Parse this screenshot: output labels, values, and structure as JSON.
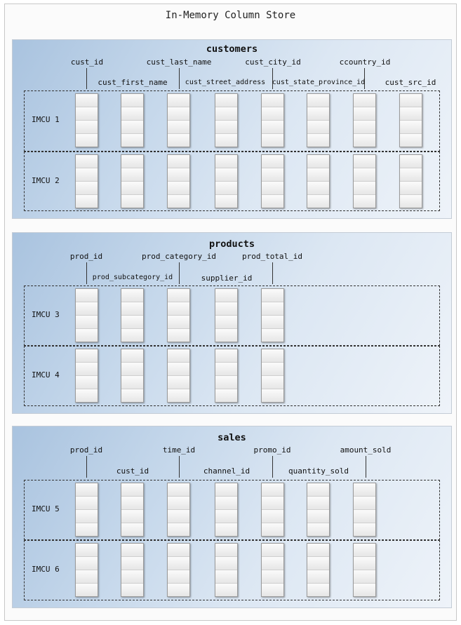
{
  "title": "In-Memory Column Store",
  "tables": [
    {
      "name": "customers",
      "columns": [
        "cust_id",
        "cust_first_name",
        "cust_last_name",
        "cust_street_address",
        "cust_city_id",
        "cust_state_province_id",
        "ccountry_id",
        "cust_src_id"
      ],
      "imcus": [
        "IMCU 1",
        "IMCU 2"
      ]
    },
    {
      "name": "products",
      "columns": [
        "prod_id",
        "prod_subcategory_id",
        "prod_category_id",
        "supplier_id",
        "prod_total_id"
      ],
      "imcus": [
        "IMCU 3",
        "IMCU 4"
      ]
    },
    {
      "name": "sales",
      "columns": [
        "prod_id",
        "cust_id",
        "time_id",
        "channel_id",
        "promo_id",
        "quantity_sold",
        "amount_sold"
      ],
      "imcus": [
        "IMCU 5",
        "IMCU 6"
      ]
    }
  ]
}
